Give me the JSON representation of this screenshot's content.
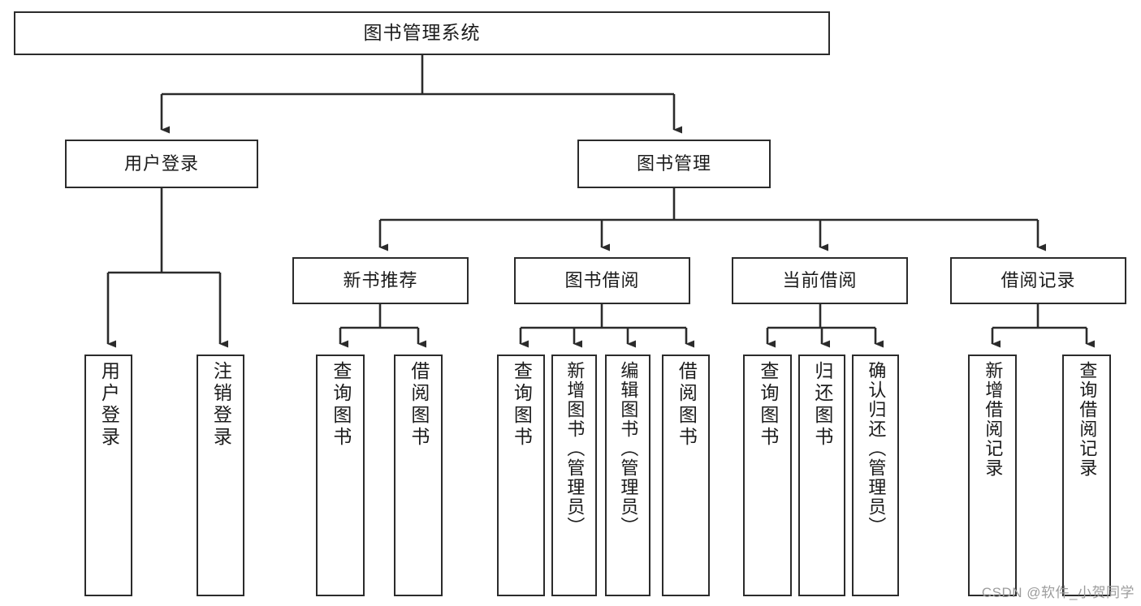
{
  "diagram": {
    "type": "tree-hierarchy",
    "title": "图书管理系统",
    "colors": {
      "box_border": "#2b2b2b",
      "box_fill": "#ffffff",
      "edge": "#2b2b2b",
      "text": "#1b1b1b",
      "watermark": "#9c9c9c",
      "background": "#ffffff"
    },
    "root": {
      "label": "图书管理系统"
    },
    "level2": [
      {
        "label": "用户登录"
      },
      {
        "label": "图书管理"
      }
    ],
    "level3": [
      {
        "label": "新书推荐"
      },
      {
        "label": "图书借阅"
      },
      {
        "label": "当前借阅"
      },
      {
        "label": "借阅记录"
      }
    ],
    "leaves": {
      "user_login": [
        {
          "label": "用户登录"
        },
        {
          "label": "注销登录"
        }
      ],
      "new_book_recommend": [
        {
          "label": "查询图书"
        },
        {
          "label": "借阅图书"
        }
      ],
      "book_borrow": [
        {
          "label": "查询图书"
        },
        {
          "label": "新增图书（管理员）"
        },
        {
          "label": "编辑图书（管理员）"
        },
        {
          "label": "借阅图书"
        }
      ],
      "current_borrow": [
        {
          "label": "查询图书"
        },
        {
          "label": "归还图书"
        },
        {
          "label": "确认归还（管理员）"
        }
      ],
      "borrow_record": [
        {
          "label": "新增借阅记录"
        },
        {
          "label": "查询借阅记录"
        }
      ]
    },
    "watermark": "CSDN @软件_小贺同学"
  }
}
